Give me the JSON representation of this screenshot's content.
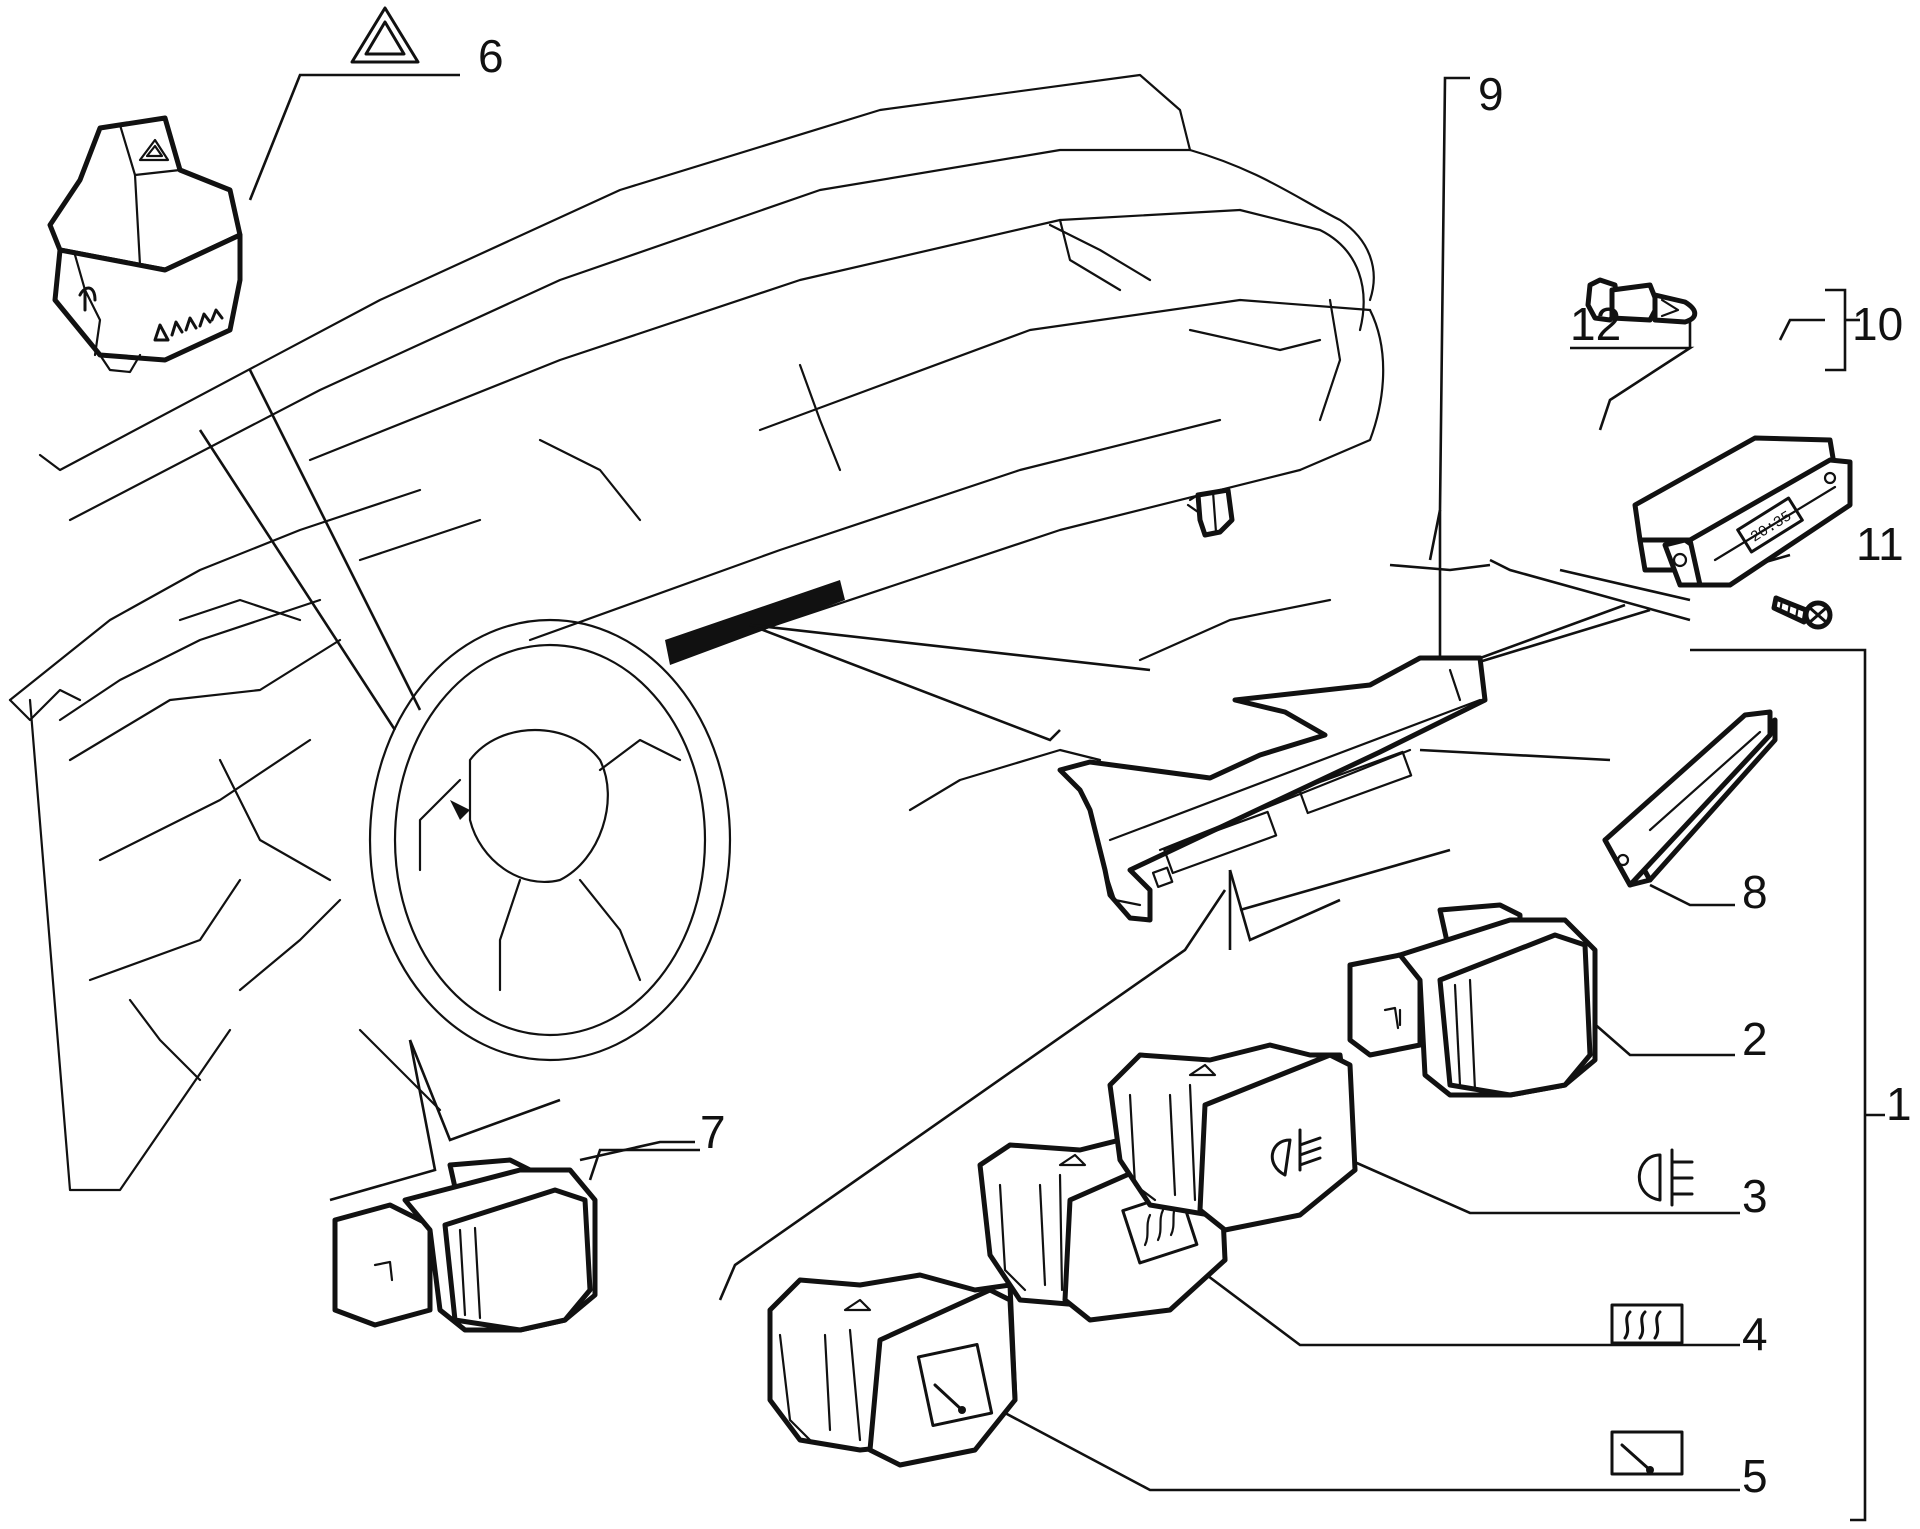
{
  "labels": {
    "p1": "1",
    "p2": "2",
    "p3": "3",
    "p4": "4",
    "p5": "5",
    "p6": "6",
    "p7": "7",
    "p8": "8",
    "p9": "9",
    "p10": "10",
    "p11": "11",
    "p12": "12"
  },
  "clock_display": "20:35",
  "icons": {
    "p3": "fog-light-symbol",
    "p4": "rear-window-defrost-symbol",
    "p5": "wiper-symbol",
    "p6": "hazard-warning-triangle"
  },
  "colors": {
    "line": "#111111",
    "background": "#ffffff"
  }
}
